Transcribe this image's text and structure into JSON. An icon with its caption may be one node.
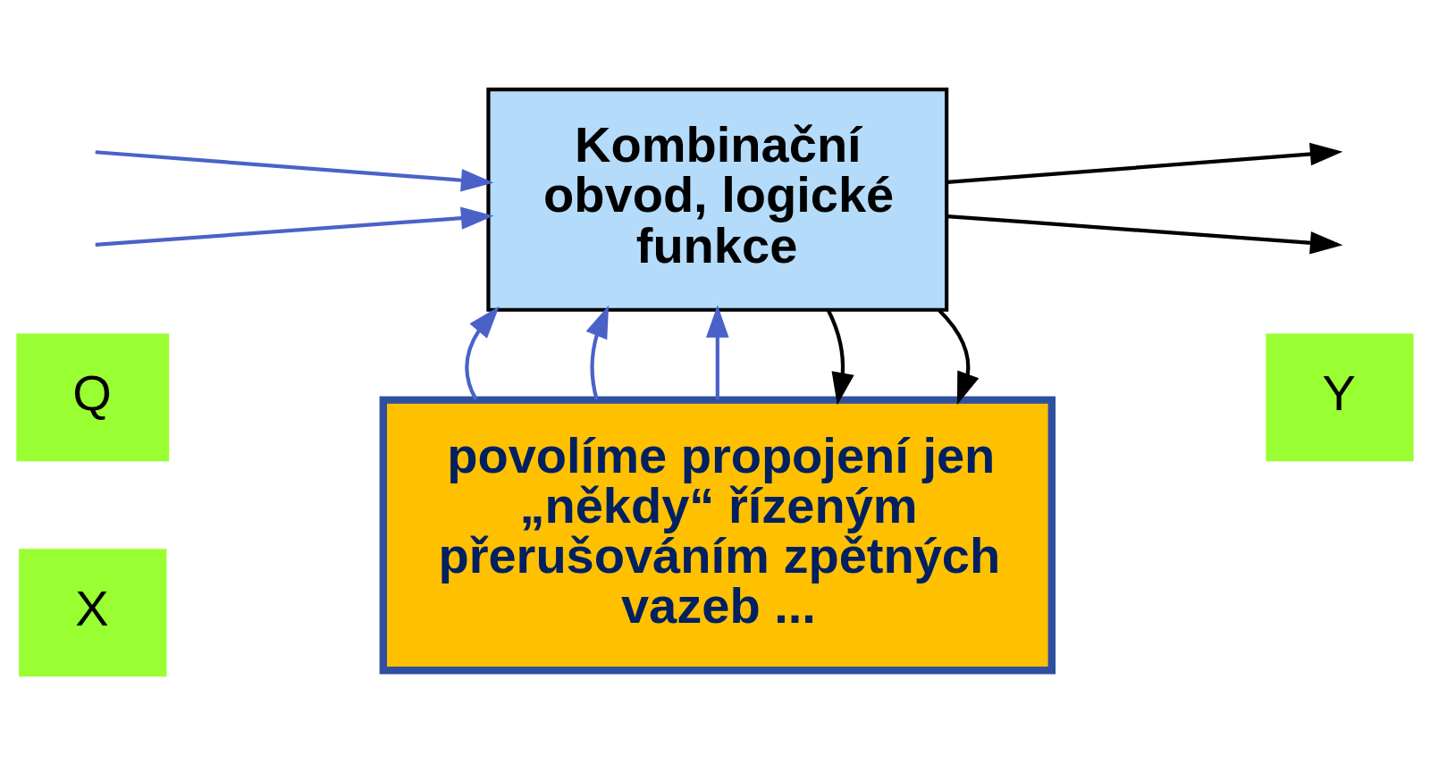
{
  "diagram": {
    "nodes": [
      {
        "text": [
          "X"
        ]
      },
      {
        "text": [
          "Y"
        ]
      },
      {
        "text": [
          "Q"
        ]
      },
      {
        "text": [
          "Kombinační obvod, logické funkce"
        ]
      },
      {
        "text": [
          "povolíme propojení jen „někdy“ řízeným přerušováním zpětných vazeb ..."
        ]
      }
    ],
    "edges": [
      {
        "from": null,
        "to": 3,
        "arrow": "to"
      },
      {
        "from": null,
        "to": 3,
        "arrow": "to"
      },
      {
        "from": 3,
        "to": null,
        "arrow": "to",
        "color": "#000000"
      },
      {
        "from": 3,
        "to": null,
        "arrow": "to",
        "color": "#000000"
      },
      {
        "from": 3,
        "to": 4,
        "arrow": "to",
        "color": "#000000"
      },
      {
        "from": 3,
        "to": 4,
        "arrow": "to",
        "color": "#000000"
      },
      {
        "from": 4,
        "to": 3,
        "arrow": "to"
      },
      {
        "from": 4,
        "to": 3,
        "arrow": "to"
      },
      {
        "from": 4,
        "to": 3,
        "arrow": "to"
      }
    ]
  }
}
